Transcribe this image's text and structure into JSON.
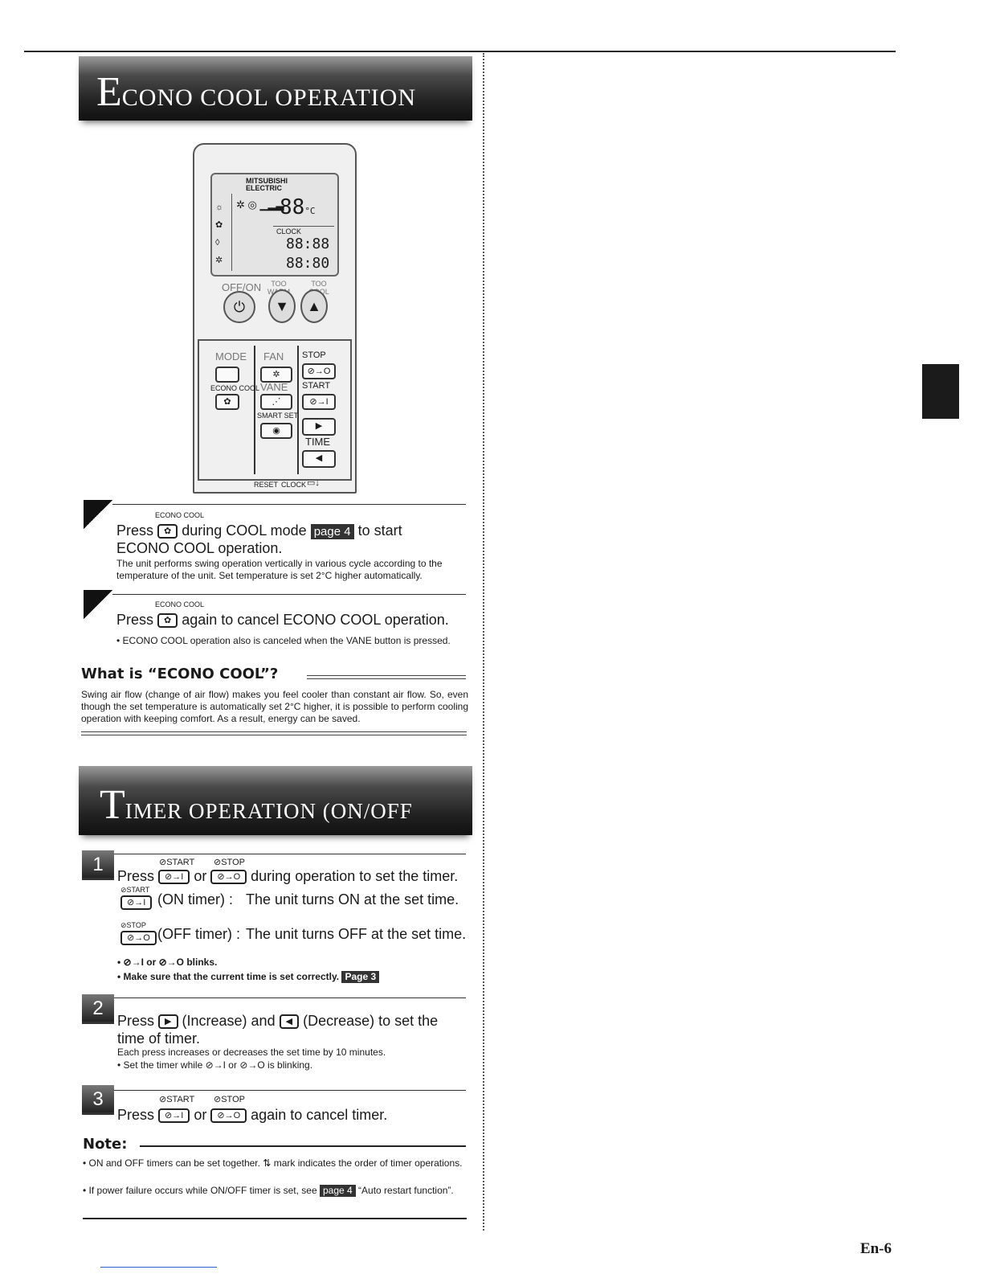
{
  "page": {
    "number": "En-6"
  },
  "econo": {
    "title_initial": "E",
    "title_rest": "CONO COOL OPERATION",
    "remote": {
      "brand_line1": "MITSUBISHI",
      "brand_line2": "ELECTRIC",
      "temp": "88",
      "temp_unit": "°C",
      "clock_label": "CLOCK",
      "clock1": "88:88",
      "clock2": "88:80",
      "off_on": "OFF/ON",
      "too_warm": "TOO WARM",
      "too_cool": "TOO COOL",
      "mode": "MODE",
      "fan": "FAN",
      "stop": "STOP",
      "econo_cool": "ECONO COOL",
      "vane": "VANE",
      "start": "START",
      "smart_set": "SMART SET",
      "time": "TIME",
      "reset": "RESET",
      "clock": "CLOCK",
      "stop_key": "⊘→O",
      "start_key": "⊘→I"
    },
    "step1": {
      "key_caption": "ECONO COOL",
      "press": "Press",
      "text_a": "during COOL mode",
      "page_tag": "page 4",
      "text_b": "to start",
      "text_c": "ECONO COOL operation.",
      "detail": "The unit performs swing operation vertically in various cycle according to the temperature of the unit. Set temperature is set 2°C higher automatically."
    },
    "step2": {
      "key_caption": "ECONO COOL",
      "press": "Press",
      "text": "again to cancel ECONO COOL operation.",
      "bullet": "ECONO COOL operation also is canceled when the VANE button is pressed."
    },
    "what_heading": "What is “ECONO COOL”?",
    "what_text": "Swing air flow (change of air flow) makes you feel cooler than constant air flow. So, even though the set temperature is automatically set 2°C higher, it is possible to perform cooling operation with keeping comfort. As a result, energy can be saved."
  },
  "timer": {
    "title_initial": "T",
    "title_rest": "IMER OPERATION (ON/OFF TIMER)",
    "step1": {
      "number": "1",
      "start_caption": "START",
      "stop_caption": "STOP",
      "press": "Press",
      "start_key": "⊘→I",
      "or": "or",
      "stop_key": "⊘→O",
      "text": "during operation to set the timer.",
      "on_label": "(ON timer) :",
      "on_text": "The unit turns ON at the set time.",
      "off_label": "(OFF timer) :",
      "off_text": "The unit turns OFF at the set time.",
      "bullet1": "⊘→I or ⊘→O blinks.",
      "bullet2": "Make sure that the current time is set correctly.",
      "page_tag": "Page 3"
    },
    "step2": {
      "number": "2",
      "press": "Press",
      "increase": "(Increase) and",
      "decrease": "(Decrease) to set the",
      "text2": "time of timer.",
      "detail": "Each press increases or decreases the set time by 10 minutes.",
      "bullet": "Set the timer while ⊘→I or ⊘→O is blinking."
    },
    "step3": {
      "number": "3",
      "start_caption": "START",
      "stop_caption": "STOP",
      "press": "Press",
      "start_key": "⊘→I",
      "or": "or",
      "stop_key": "⊘→O",
      "text": "again to cancel timer."
    },
    "note": {
      "heading": "Note:",
      "item1": "ON and OFF timers can be set together. ⇅ mark indicates the order of timer operations.",
      "item2a": "If power failure occurs while ON/OFF timer is set, see",
      "item2_tag": "page 4",
      "item2b": "“Auto restart function”."
    }
  }
}
